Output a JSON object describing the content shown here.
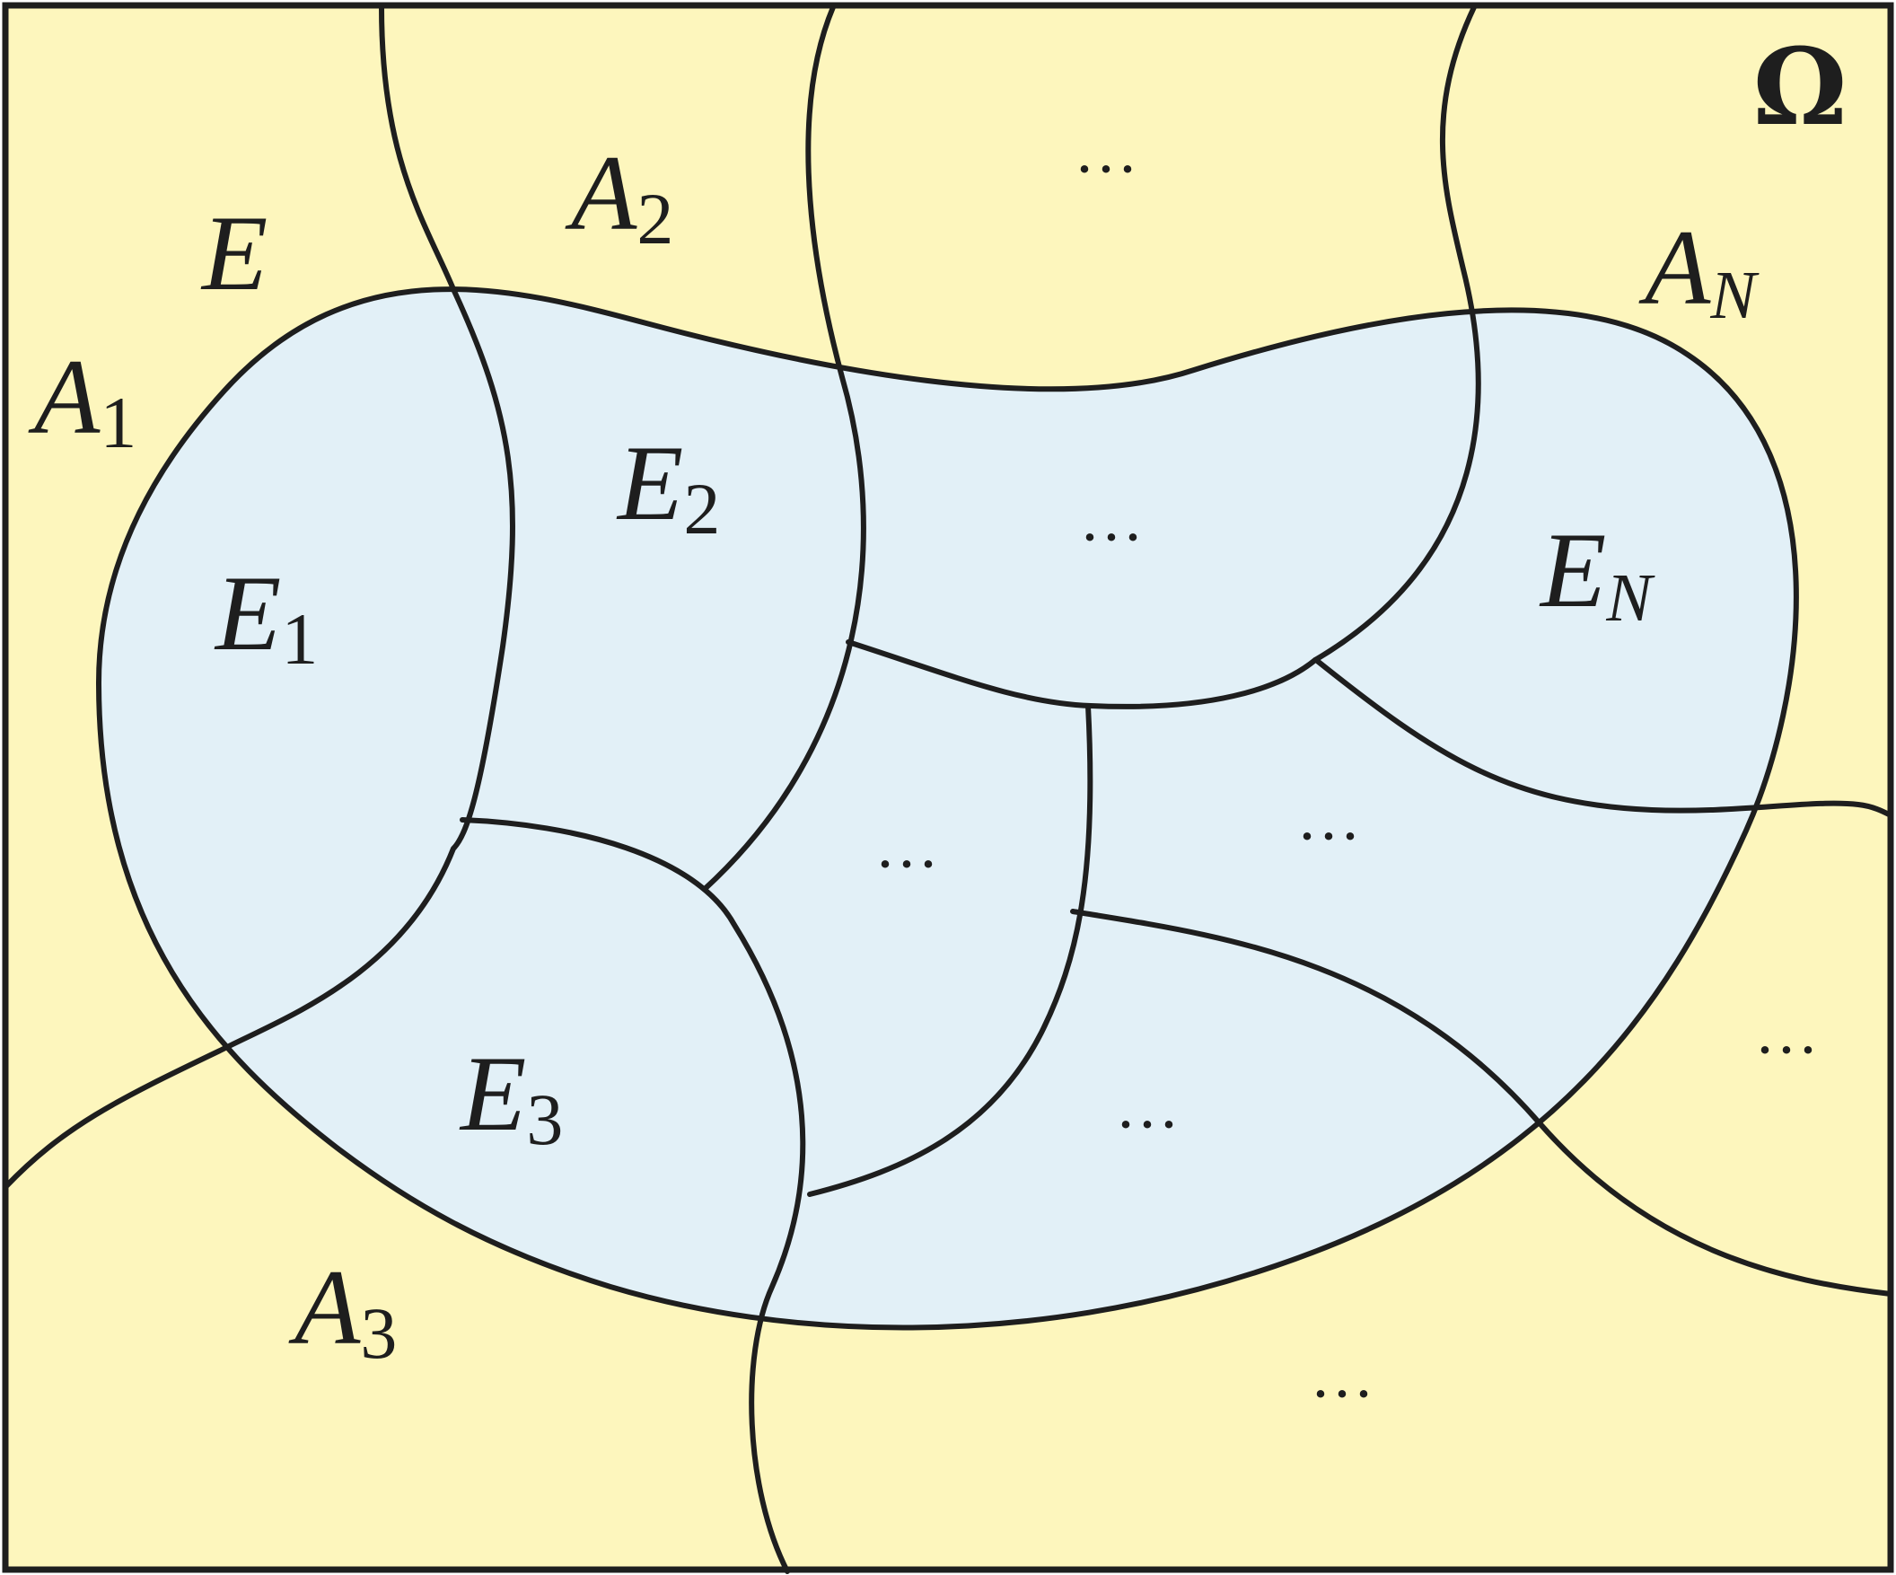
{
  "diagram": {
    "universe_symbol": "Ω",
    "event": {
      "symbol": "E"
    },
    "partitions": [
      {
        "id": "A1",
        "base": "A",
        "sub": "1"
      },
      {
        "id": "A2",
        "base": "A",
        "sub": "2"
      },
      {
        "id": "A3",
        "base": "A",
        "sub": "3"
      },
      {
        "id": "AN",
        "base": "A",
        "sub": "N"
      }
    ],
    "intersections": [
      {
        "id": "E1",
        "base": "E",
        "sub": "1"
      },
      {
        "id": "E2",
        "base": "E",
        "sub": "2"
      },
      {
        "id": "E3",
        "base": "E",
        "sub": "3"
      },
      {
        "id": "EN",
        "base": "E",
        "sub": "N"
      }
    ],
    "ellipsis": "···",
    "colors": {
      "background": "#fdf6bd",
      "event_fill": "#e2f0f7",
      "stroke": "#1e1e1e"
    }
  }
}
